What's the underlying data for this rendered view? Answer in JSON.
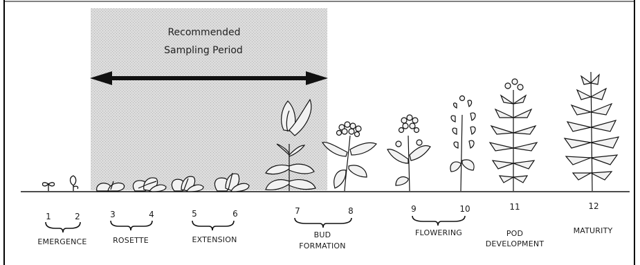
{
  "sampling_period": {
    "title_line1": "Recommended",
    "title_line2": "Sampling Period"
  },
  "stage_numbers": [
    "1",
    "2",
    "3",
    "4",
    "5",
    "6",
    "7",
    "8",
    "9",
    "10",
    "11",
    "12"
  ],
  "stages": {
    "emergence": "EMERGENCE",
    "rosette": "ROSETTE",
    "extension": "EXTENSION",
    "bud_line1": "BUD",
    "bud_line2": "FORMATION",
    "flowering": "FLOWERING",
    "pod_line1": "POD",
    "pod_line2": "DEVELOPMENT",
    "maturity": "MATURITY"
  },
  "colors": {
    "ink": "#1a1a1a",
    "shade": "#d9d9d9",
    "frame": "#000000"
  },
  "icons": [
    "double-arrow-icon",
    "plant-icon"
  ]
}
